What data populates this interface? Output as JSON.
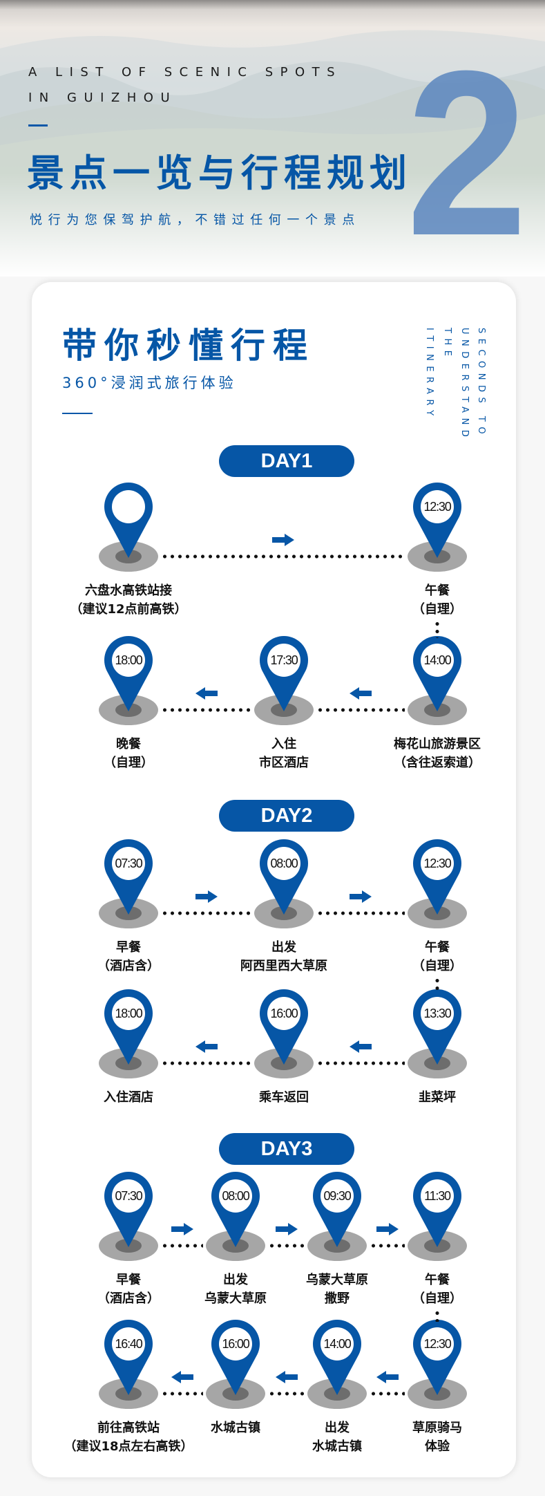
{
  "header": {
    "english_line1": "A LIST OF SCENIC SPOTS",
    "english_line2": "IN GUIZHOU",
    "title": "景点一览与行程规划",
    "subtitle": "悦行为您保驾护航，不错过任何一个景点",
    "section_number": "2"
  },
  "card": {
    "title": "带你秒懂行程",
    "subtitle": "360°浸润式旅行体验",
    "vertical_text": [
      "SECONDS TO",
      "UNDERSTAND",
      "THE",
      "ITINERARY"
    ]
  },
  "colors": {
    "brand_blue": "#0656a6",
    "base_outer": "#a6a6a6",
    "base_inner": "#6d6d6d"
  },
  "days": [
    {
      "label": "DAY1",
      "rows": [
        [
          {
            "time": "",
            "lines": [
              "六盘水高铁站接",
              "（建议12点前高铁）"
            ]
          },
          {
            "time": "12:30",
            "lines": [
              "午餐",
              "（自理）"
            ]
          }
        ],
        [
          {
            "time": "14:00",
            "lines": [
              "梅花山旅游景区",
              "（含往返索道）"
            ]
          },
          {
            "time": "17:30",
            "lines": [
              "入住",
              "市区酒店"
            ]
          },
          {
            "time": "18:00",
            "lines": [
              "晚餐",
              "（自理）"
            ]
          }
        ]
      ]
    },
    {
      "label": "DAY2",
      "rows": [
        [
          {
            "time": "07:30",
            "lines": [
              "早餐",
              "（酒店含）"
            ]
          },
          {
            "time": "08:00",
            "lines": [
              "出发",
              "阿西里西大草原"
            ]
          },
          {
            "time": "12:30",
            "lines": [
              "午餐",
              "（自理）"
            ]
          }
        ],
        [
          {
            "time": "13:30",
            "lines": [
              "韭菜坪"
            ]
          },
          {
            "time": "16:00",
            "lines": [
              "乘车返回"
            ]
          },
          {
            "time": "18:00",
            "lines": [
              "入住酒店"
            ]
          }
        ]
      ]
    },
    {
      "label": "DAY3",
      "rows": [
        [
          {
            "time": "07:30",
            "lines": [
              "早餐",
              "（酒店含）"
            ]
          },
          {
            "time": "08:00",
            "lines": [
              "出发",
              "乌蒙大草原"
            ]
          },
          {
            "time": "09:30",
            "lines": [
              "乌蒙大草原",
              "撒野"
            ]
          },
          {
            "time": "11:30",
            "lines": [
              "午餐",
              "（自理）"
            ]
          }
        ],
        [
          {
            "time": "12:30",
            "lines": [
              "草原骑马",
              "体验"
            ]
          },
          {
            "time": "14:00",
            "lines": [
              "出发",
              "水城古镇"
            ]
          },
          {
            "time": "16:00",
            "lines": [
              "水城古镇"
            ]
          },
          {
            "time": "16:40",
            "lines": [
              "前往高铁站",
              "（建议18点左右高铁）"
            ]
          }
        ]
      ]
    }
  ]
}
